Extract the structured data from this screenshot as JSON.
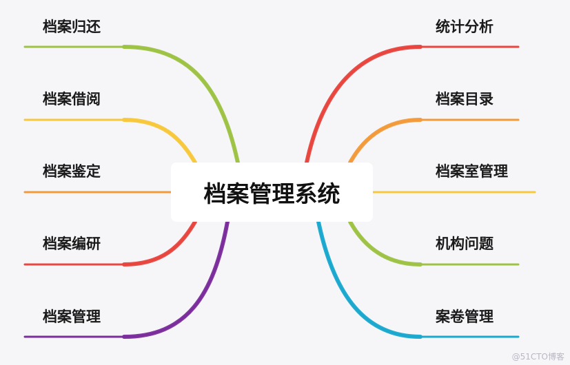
{
  "center": {
    "title": "档案管理系统"
  },
  "left_branches": [
    {
      "label": "档案归还",
      "color": "#9dc244"
    },
    {
      "label": "档案借阅",
      "color": "#f7c83c"
    },
    {
      "label": "档案鉴定",
      "color": "#f29a3a"
    },
    {
      "label": "档案编研",
      "color": "#e8463e"
    },
    {
      "label": "档案管理",
      "color": "#7b2d9c"
    }
  ],
  "right_branches": [
    {
      "label": "统计分析",
      "color": "#e8463e"
    },
    {
      "label": "档案目录",
      "color": "#f29a3a"
    },
    {
      "label": "档案室管理",
      "color": "#f7c83c"
    },
    {
      "label": "机构问题",
      "color": "#9dc244"
    },
    {
      "label": "案卷管理",
      "color": "#1aa8cf"
    }
  ],
  "watermark": "@51CTO博客"
}
